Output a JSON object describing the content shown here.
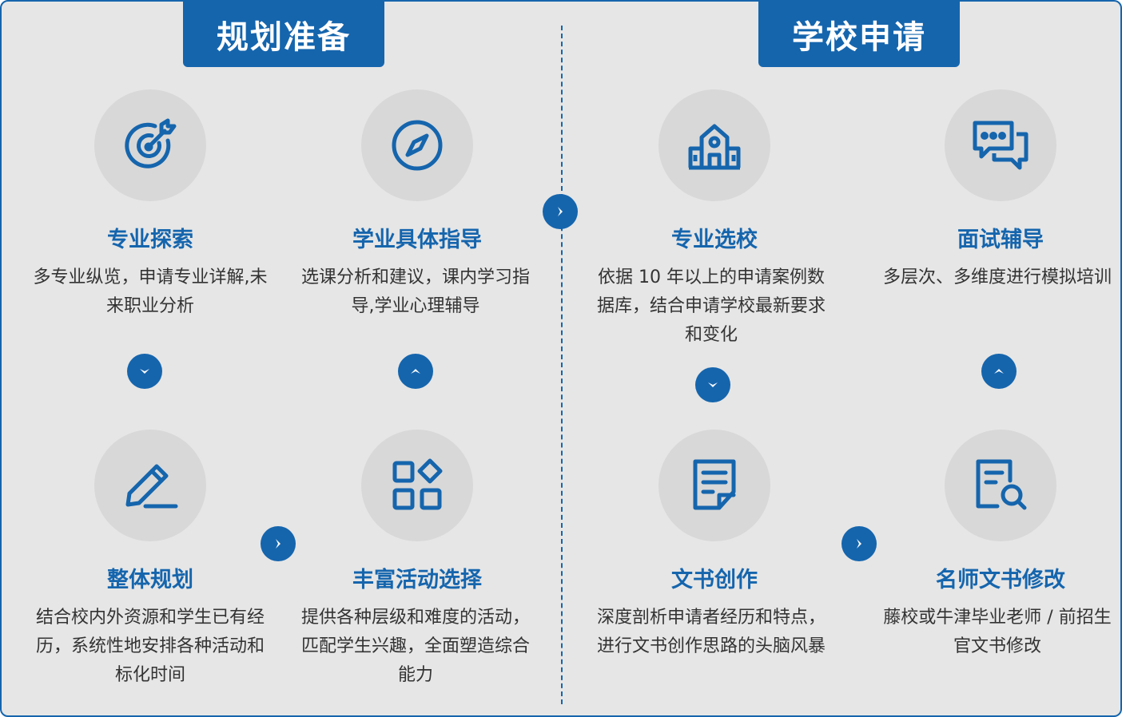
{
  "colors": {
    "accent": "#1565ad",
    "background": "#e6e6e6",
    "icon_bg": "#d8d8d8",
    "text": "#333333"
  },
  "sections": [
    {
      "title": "规划准备"
    },
    {
      "title": "学校申请"
    }
  ],
  "steps": [
    {
      "title": "专业探索",
      "desc": "多专业纵览，申请专业详解,未来职业分析",
      "icon": "target-icon"
    },
    {
      "title": "学业具体指导",
      "desc": "选课分析和建议，课内学习指导,学业心理辅导",
      "icon": "compass-icon"
    },
    {
      "title": "整体规划",
      "desc": "结合校内外资源和学生已有经历，系统性地安排各种活动和标化时间",
      "icon": "pencil-icon"
    },
    {
      "title": "丰富活动选择",
      "desc": "提供各种层级和难度的活动，匹配学生兴趣，全面塑造综合能力",
      "icon": "apps-icon"
    },
    {
      "title": "专业选校",
      "desc": "依据 10 年以上的申请案例数据库，结合申请学校最新要求和变化",
      "icon": "school-icon"
    },
    {
      "title": "面试辅导",
      "desc": "多层次、多维度进行模拟培训",
      "icon": "chat-icon"
    },
    {
      "title": "文书创作",
      "desc": "深度剖析申请者经历和特点，进行文书创作思路的头脑风暴",
      "icon": "document-icon"
    },
    {
      "title": "名师文书修改",
      "desc": "藤校或牛津毕业老师 / 前招生官文书修改",
      "icon": "search-document-icon"
    }
  ]
}
